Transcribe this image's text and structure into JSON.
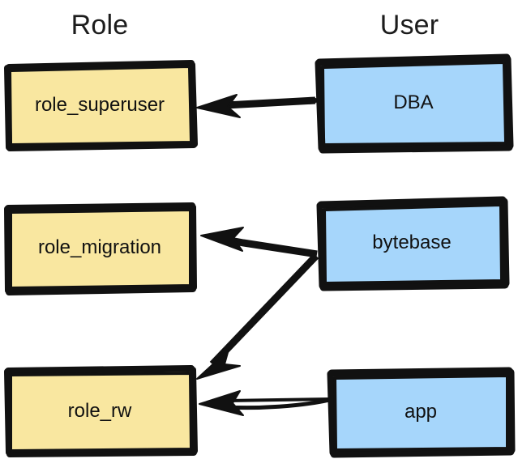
{
  "diagram": {
    "title_columns": {
      "role": "Role",
      "user": "User"
    },
    "colors": {
      "role_fill": "#F9E7A0",
      "user_fill": "#A6D6FB",
      "stroke": "#111111",
      "text": "#111111",
      "background": "#FFFFFF"
    },
    "nodes": [
      {
        "id": "role_superuser",
        "label": "role_superuser",
        "column": "Role",
        "fill": "#F9E7A0"
      },
      {
        "id": "role_migration",
        "label": "role_migration",
        "column": "Role",
        "fill": "#F9E7A0"
      },
      {
        "id": "role_rw",
        "label": "role_rw",
        "column": "Role",
        "fill": "#F9E7A0"
      },
      {
        "id": "dba",
        "label": "DBA",
        "column": "User",
        "fill": "#A6D6FB"
      },
      {
        "id": "bytebase",
        "label": "bytebase",
        "column": "User",
        "fill": "#A6D6FB"
      },
      {
        "id": "app",
        "label": "app",
        "column": "User",
        "fill": "#A6D6FB"
      }
    ],
    "edges": [
      {
        "id": "dba-to-role-superuser",
        "from": "dba",
        "to": "role_superuser",
        "direction": "right-to-left"
      },
      {
        "id": "bytebase-to-role-migration",
        "from": "bytebase",
        "to": "role_migration",
        "direction": "right-to-left"
      },
      {
        "id": "bytebase-to-role-rw",
        "from": "bytebase",
        "to": "role_rw",
        "direction": "diagonal-down-left"
      },
      {
        "id": "app-to-role-rw",
        "from": "app",
        "to": "role_rw",
        "direction": "right-to-left"
      }
    ]
  }
}
